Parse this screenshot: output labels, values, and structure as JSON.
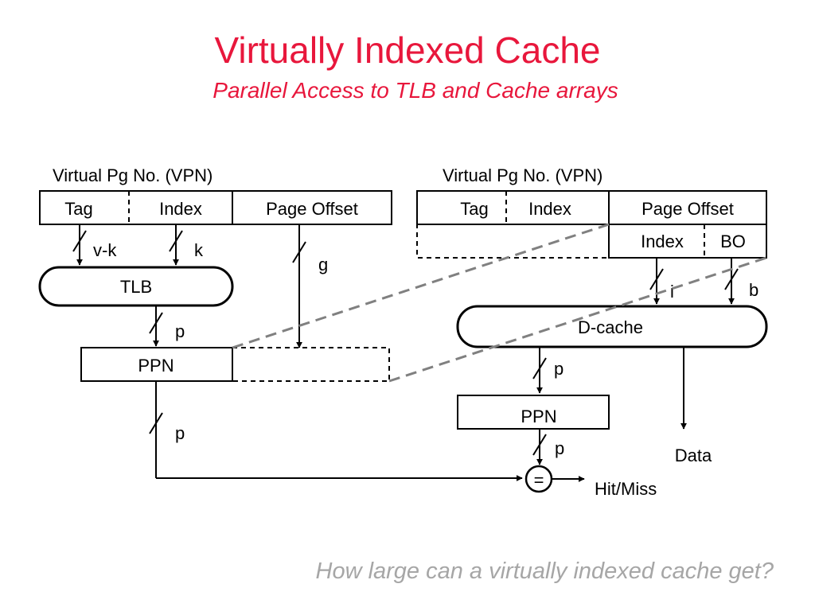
{
  "title": "Virtually Indexed Cache",
  "subtitle": "Parallel Access to TLB and Cache arrays",
  "question": "How large can a virtually indexed cache get?",
  "left": {
    "vpn_label": "Virtual Pg No. (VPN)",
    "tag": "Tag",
    "index": "Index",
    "page_offset": "Page Offset",
    "vk": "v-k",
    "k": "k",
    "g": "g",
    "tlb": "TLB",
    "p_tlb": "p",
    "ppn": "PPN",
    "p_down": "p"
  },
  "right": {
    "vpn_label": "Virtual Pg No. (VPN)",
    "tag": "Tag",
    "index": "Index",
    "page_offset": "Page Offset",
    "offset_index": "Index",
    "bo": "BO",
    "i": "i",
    "b": "b",
    "dcache": "D-cache",
    "p_cache": "p",
    "ppn": "PPN",
    "p_cmp": "p",
    "data": "Data",
    "eq": "=",
    "hitmiss": "Hit/Miss"
  }
}
